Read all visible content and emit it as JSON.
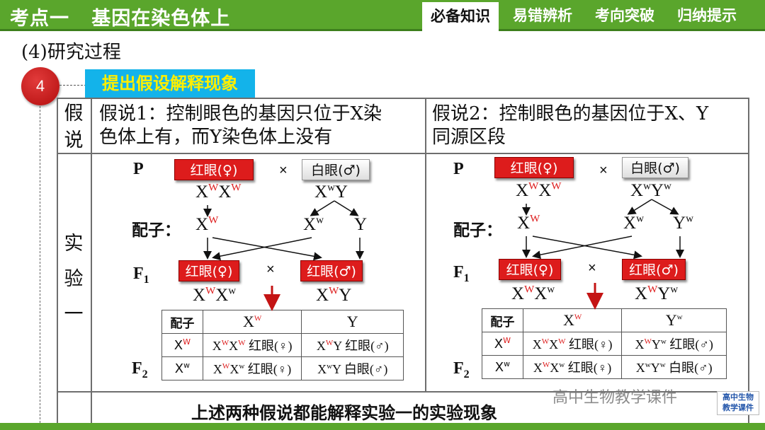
{
  "header": {
    "title": "考点一   基因在染色体上",
    "tabs": [
      "必备知识",
      "易错辨析",
      "考向突破",
      "归纳提示"
    ],
    "active_tab": 0
  },
  "section_title": "(4)研究过程",
  "step": {
    "number": "4",
    "label": "提出假设解释现象"
  },
  "table": {
    "row_header_1": [
      "假",
      "说"
    ],
    "row_header_2": [
      "实",
      "验",
      "一"
    ],
    "hypothesis_1": [
      "假说1：控制眼色的基因只位于X染",
      "色体上有，而Y染色体上没有"
    ],
    "hypothesis_2": [
      "假说2：控制眼色的基因位于X、Y",
      "同源区段"
    ],
    "conclusion": "上述两种假说都能解释实验一的实验现象"
  },
  "diagram_left": {
    "P": "P",
    "gamete_label": "配子：",
    "F1": "F",
    "F1_sub": "1",
    "F2": "F",
    "F2_sub": "2",
    "p_female_pheno": "红眼(♀)",
    "p_male_pheno": "白眼(♂)",
    "times": "×",
    "f1_female_pheno": "红眼(♀)",
    "f1_male_pheno": "红眼(♂)",
    "punnett": {
      "corner": "配子",
      "rows": [
        [
          "X",
          "W",
          "X",
          "W",
          "X",
          "W",
          "红眼(♀)",
          "X",
          "W",
          "Y 红眼(♂)"
        ],
        [
          "X",
          "w",
          "X",
          "W",
          "X",
          "w",
          "红眼(♀)",
          "X",
          "w",
          "Y 白眼(♂)"
        ]
      ]
    }
  },
  "diagram_right": {
    "P": "P",
    "gamete_label": "配子：",
    "F1": "F",
    "F1_sub": "1",
    "F2": "F",
    "F2_sub": "2",
    "p_female_pheno": "红眼(♀)",
    "p_male_pheno": "白眼(♂)",
    "times": "×",
    "f1_female_pheno": "红眼(♀)",
    "f1_male_pheno": "红眼(♂)",
    "punnett": {
      "corner": "配子"
    }
  },
  "watermark": "高中生物教学课件",
  "logo_text": [
    "高中生物",
    "教学课件"
  ],
  "colors": {
    "header_green": "#5aa62c",
    "red": "#dd1c1c",
    "step_blue": "#13b3ea",
    "step_text": "#ffef00"
  }
}
